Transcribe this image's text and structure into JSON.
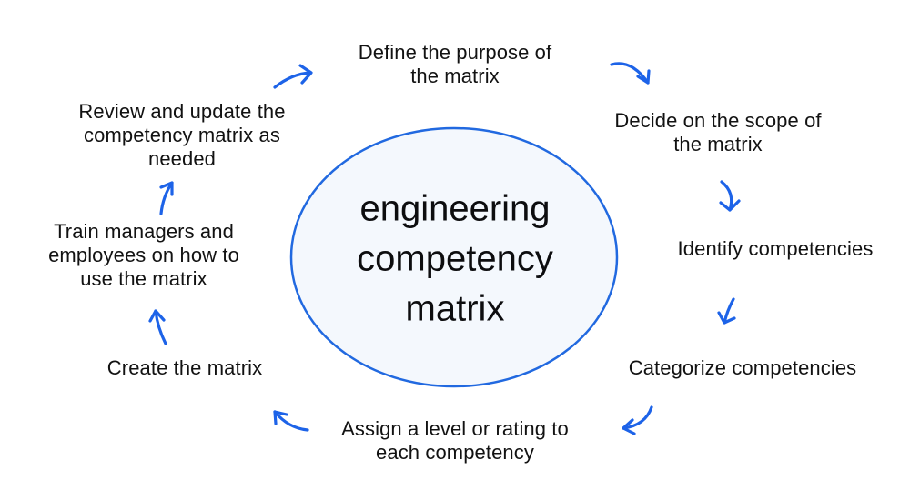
{
  "diagram": {
    "title": "engineering competency matrix",
    "center_label": "engineering\ncompetency\nmatrix",
    "steps": [
      {
        "label": "Define the purpose of\nthe matrix"
      },
      {
        "label": "Decide on the scope of\nthe matrix"
      },
      {
        "label": "Identify competencies"
      },
      {
        "label": "Categorize competencies"
      },
      {
        "label": "Assign a level or rating to\neach competency"
      },
      {
        "label": "Create the matrix"
      },
      {
        "label": "Train managers and\nemployees on how to\nuse the matrix"
      },
      {
        "label": "Review and update the\ncompetency matrix as\nneeded"
      }
    ],
    "colors": {
      "arrow": "#1d63e8",
      "ellipse_stroke": "#2169e0",
      "ellipse_fill": "#f4f8fd",
      "text": "#121212",
      "background": "#ffffff"
    }
  }
}
